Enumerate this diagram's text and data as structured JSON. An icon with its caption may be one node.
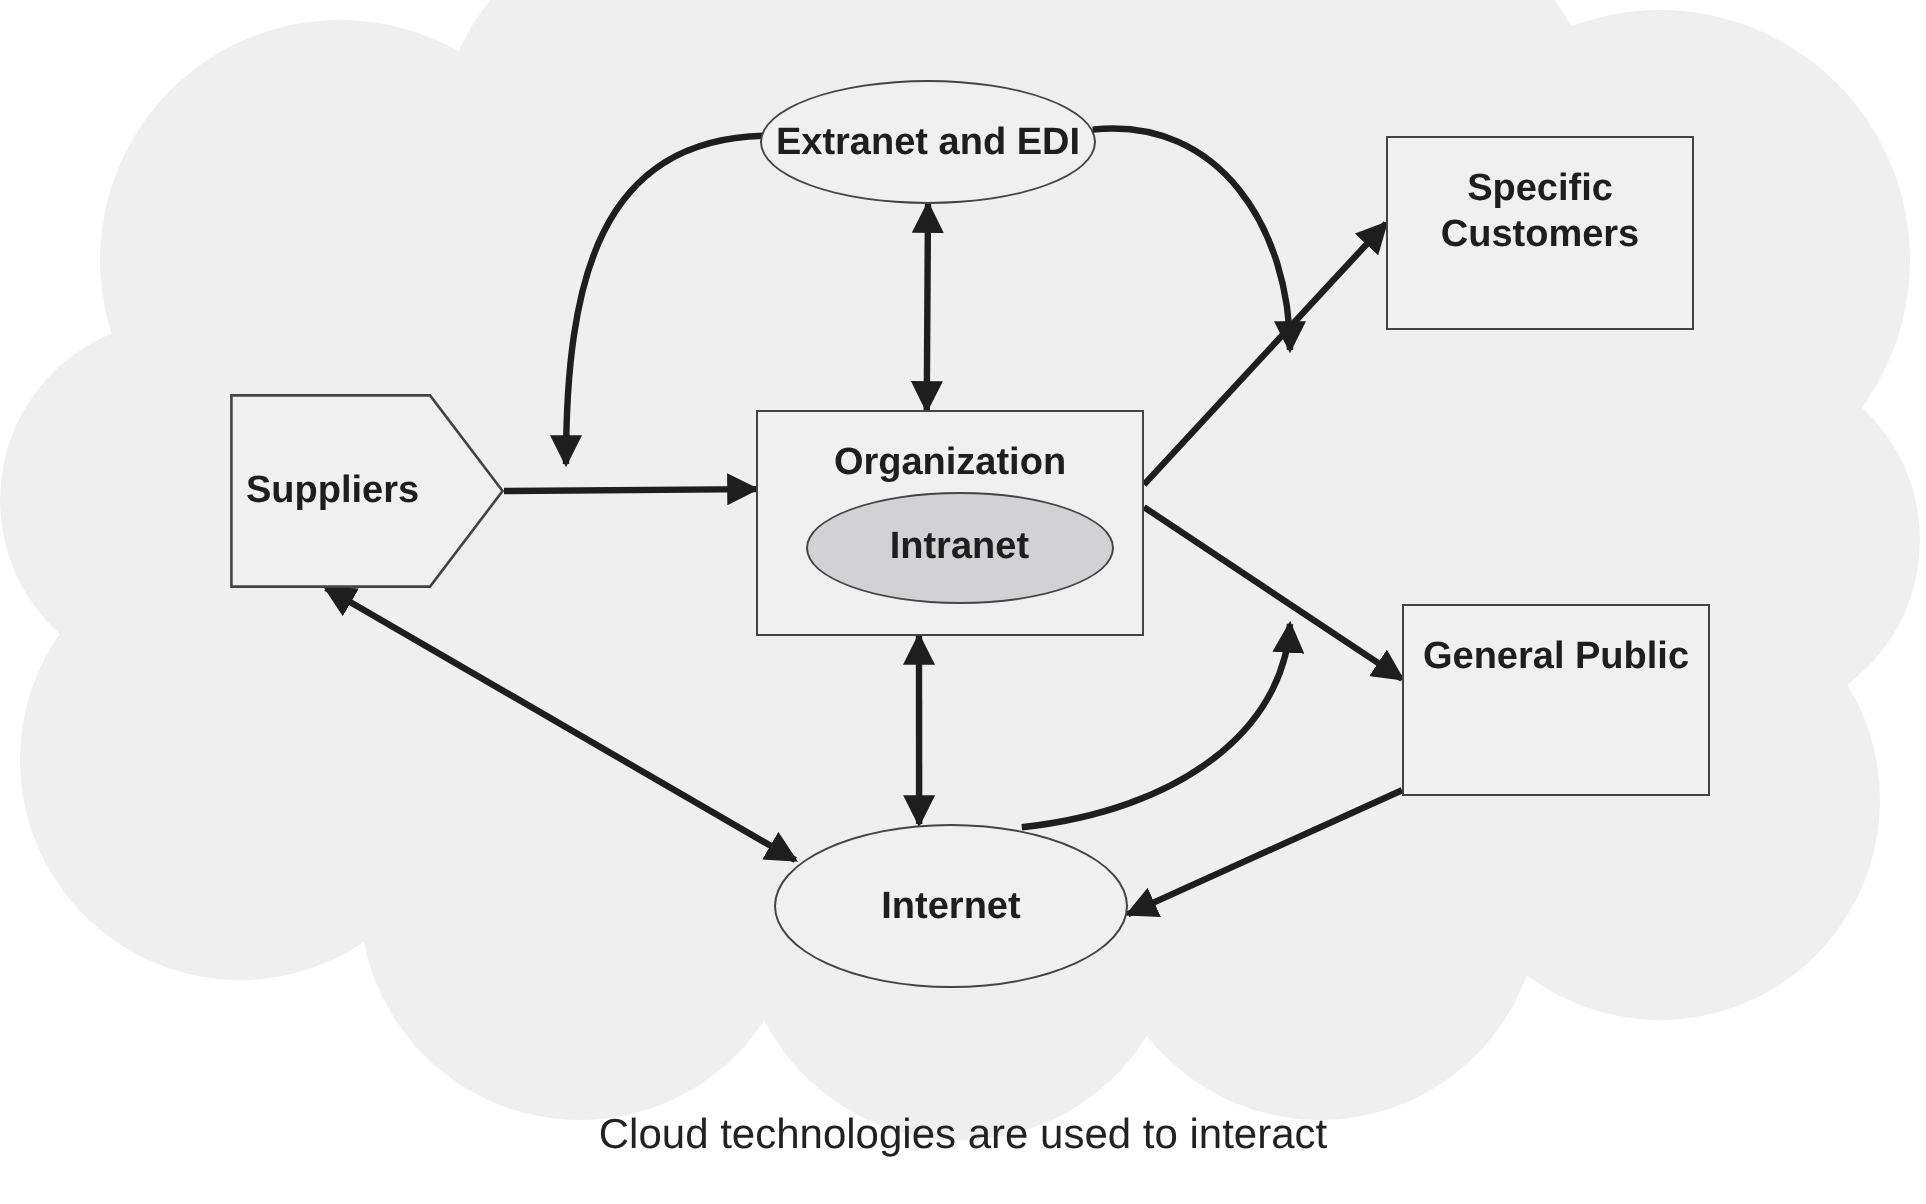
{
  "diagram": {
    "caption": "Cloud technologies are used to interact",
    "nodes": [
      {
        "text": [
          "Extranet and EDI"
        ]
      },
      {
        "text": [
          "Specific Customers"
        ]
      },
      {
        "text": [
          "Suppliers"
        ]
      },
      {
        "text": [
          "Organization"
        ]
      },
      {
        "text": [
          "Intranet"
        ],
        "in": 3
      },
      {
        "text": [
          "General Public"
        ]
      },
      {
        "text": [
          "Internet"
        ]
      }
    ],
    "edges": [
      {
        "from": 0,
        "to": 3,
        "arrow": "both"
      },
      {
        "from": 0,
        "to": null,
        "arrow": "to"
      },
      {
        "from": 0,
        "to": null,
        "arrow": "to"
      },
      {
        "from": 2,
        "to": 3,
        "arrow": "to"
      },
      {
        "from": 3,
        "to": 1,
        "arrow": "to"
      },
      {
        "from": 3,
        "to": 5,
        "arrow": "to"
      },
      {
        "from": 3,
        "to": 6,
        "arrow": "both"
      },
      {
        "from": 2,
        "to": 6,
        "arrow": "both"
      },
      {
        "from": 6,
        "to": null,
        "arrow": "to"
      },
      {
        "from": 5,
        "to": 6,
        "arrow": "to"
      }
    ]
  }
}
